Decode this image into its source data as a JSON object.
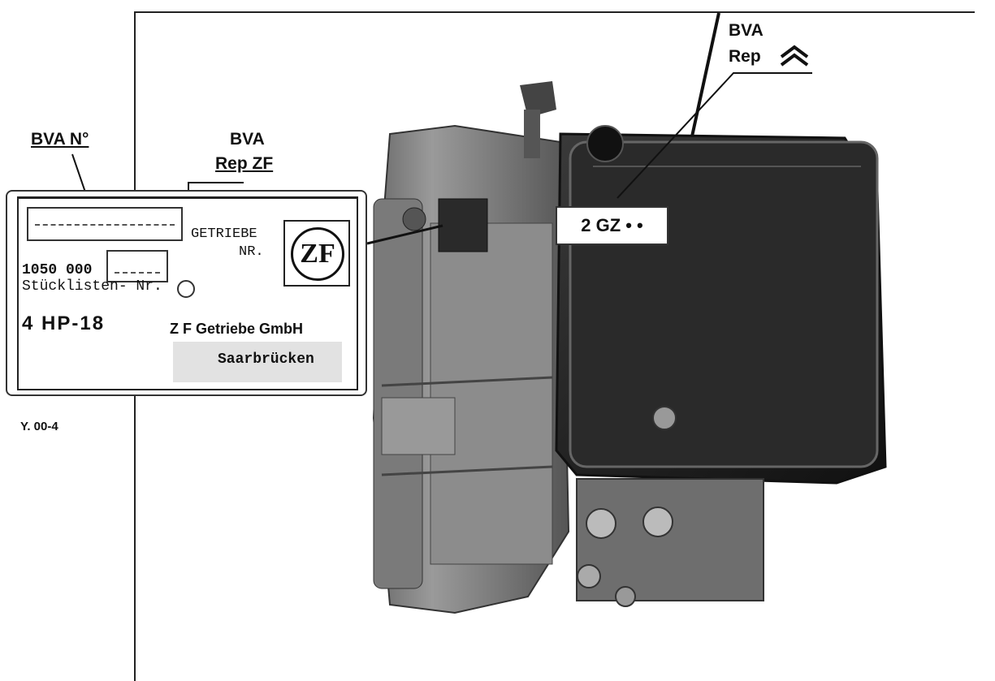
{
  "labels": {
    "bva_no": "BVA N°",
    "bva_rep_zf_line1": "BVA",
    "bva_rep_zf_line2": "Rep ZF",
    "bva_rep_line1": "BVA",
    "bva_rep_line2": "Rep"
  },
  "plate": {
    "getriebe_nr_line1": "GETRIEBE",
    "getriebe_nr_line2": "NR.",
    "zf_logo": "ZF",
    "part_number": "1050 000",
    "stueckliste": "Stücklisten- Nr.",
    "model": "4 HP-18",
    "maker": "Z F Getriebe GmbH",
    "city": "Saarbrücken"
  },
  "callout_code": "2 GZ • •",
  "figure_ref": "Y. 00-4"
}
